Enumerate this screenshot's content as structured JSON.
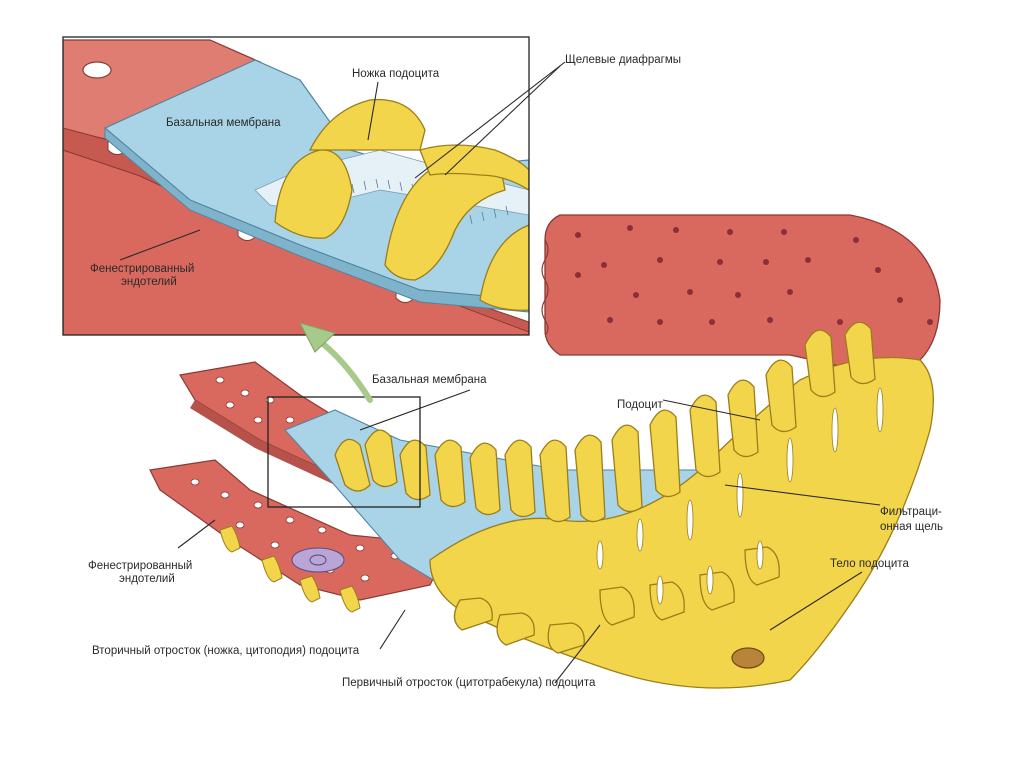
{
  "labels": {
    "podocyte_foot": "Ножка подоцита",
    "slit_diaphragms": "Щелевые диафрагмы",
    "basal_membrane_inset": "Базальная мембрана",
    "fenestrated_endothelium_inset_1": "Фенестрированный",
    "fenestrated_endothelium_inset_2": "эндотелий",
    "basal_membrane_main": "Базальная мембрана",
    "podocyte": "Подоцит",
    "filtration_slit_1": "Фильтраци-",
    "filtration_slit_2": "онная щель",
    "podocyte_body": "Тело подоцита",
    "fenestrated_endothelium_main_1": "Фенестрированный",
    "fenestrated_endothelium_main_2": "эндотелий",
    "secondary_process": "Вторичный отросток (ножка, цитоподия) подоцита",
    "primary_process": "Первичный отросток (цитотрабекула) подоцита"
  },
  "colors": {
    "endothelium": "#d9695f",
    "endothelium_dark": "#a8433b",
    "membrane": "#a9d3e6",
    "membrane_dark": "#6fa3bd",
    "podocyte": "#f3d54b",
    "podocyte_dark": "#c9a92a",
    "slit": "#e6f1f7",
    "arrow": "#a7c98a",
    "line": "#2a2a2a"
  }
}
